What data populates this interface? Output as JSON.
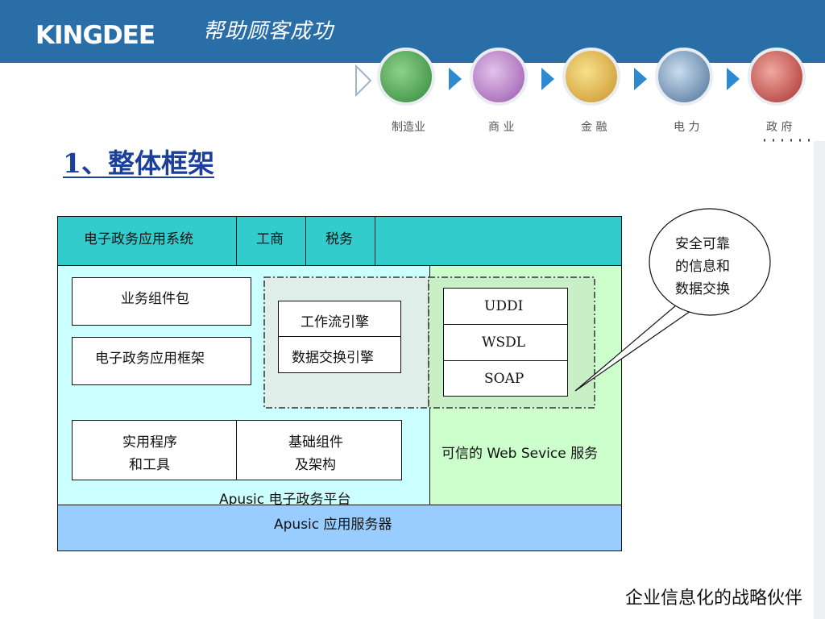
{
  "header": {
    "logo": "KINGDEE",
    "slogan": "帮助顾客成功"
  },
  "industries": [
    {
      "label": "制造业",
      "color": "#4fa85a"
    },
    {
      "label": "商 业",
      "color": "#b77cc4"
    },
    {
      "label": "金 融",
      "color": "#e0b53c"
    },
    {
      "label": "电 力",
      "color": "#6f93b8"
    },
    {
      "label": "政 府",
      "color": "#c24a48"
    }
  ],
  "title": "1、整体框架",
  "diagram": {
    "top_row": {
      "egov_apps": "电子政务应用系统",
      "industry_commerce": "工商",
      "tax": "税务"
    },
    "business_component_pack": "业务组件包",
    "egov_app_framework": "电子政务应用框架",
    "workflow_engine": "工作流引擎",
    "data_exchange_engine": "数据交换引擎",
    "uddi": "UDDI",
    "wsdl": "WSDL",
    "soap": "SOAP",
    "utilities_line1": "实用程序",
    "utilities_line2": "和工具",
    "base_components_line1": "基础组件",
    "base_components_line2": "及架构",
    "platform": "Apusic 电子政务平台",
    "trusted_web_service": "可信的 Web Sevice 服务",
    "app_server": "Apusic 应用服务器",
    "callout_line1": "安全可靠",
    "callout_line2": "的信息和",
    "callout_line3": "数据交换"
  },
  "footer": "企业信息化的战略伙伴",
  "colors": {
    "header": "#2a6ea8",
    "title": "#1b3f9a",
    "teal": "#33cccc",
    "light_cyan": "#ccffff",
    "light_green": "#ccffcc",
    "blue": "#99ccff"
  }
}
